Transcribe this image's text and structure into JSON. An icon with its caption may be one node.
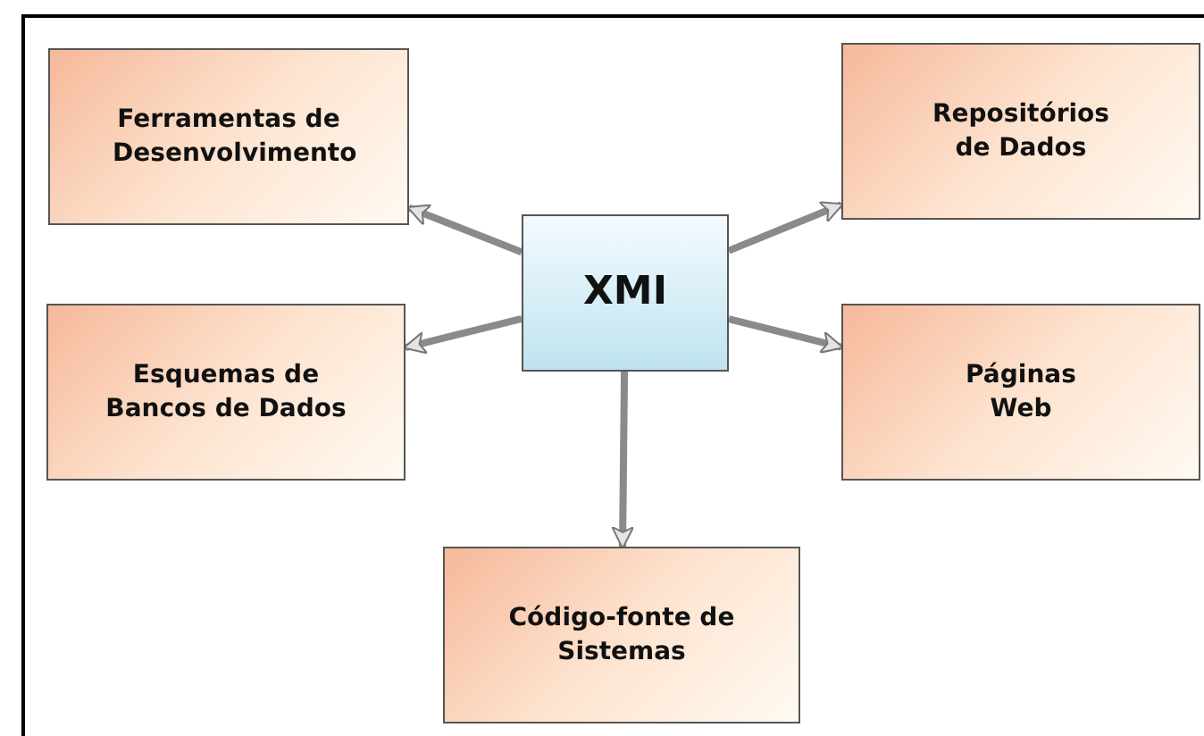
{
  "diagram": {
    "nodes": [
      {
        "text": [
          "Ferramentas de Desenvolvimento"
        ]
      },
      {
        "text": [
          "Repositórios de Dados"
        ]
      },
      {
        "text": [
          "XMI"
        ]
      },
      {
        "text": [
          "Esquemas de Bancos de Dados"
        ]
      },
      {
        "text": [
          "Páginas Web"
        ]
      },
      {
        "text": [
          "Código-fonte de Sistemas"
        ]
      }
    ],
    "edges": [
      {
        "from": 2,
        "to": 0,
        "arrow": "to"
      },
      {
        "from": 2,
        "to": 1,
        "arrow": "to"
      },
      {
        "from": 2,
        "to": 3,
        "arrow": "to"
      },
      {
        "from": 2,
        "to": 4,
        "arrow": "to"
      },
      {
        "from": 2,
        "to": 5,
        "arrow": "to"
      }
    ]
  }
}
